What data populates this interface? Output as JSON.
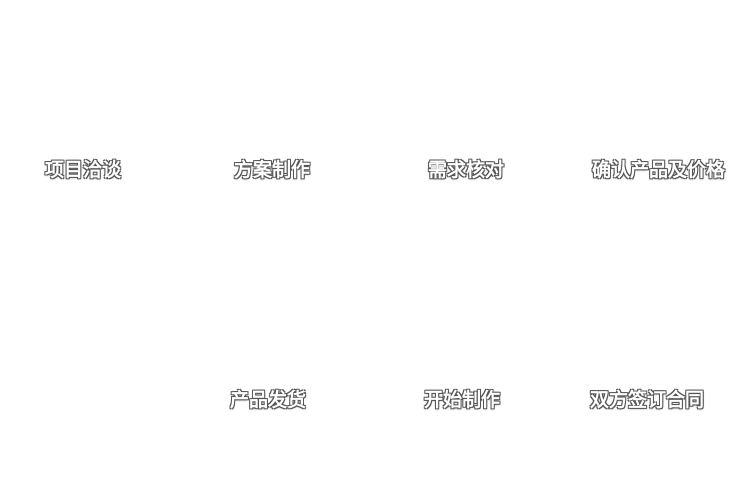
{
  "diagram": {
    "title": "",
    "type": "process-flow",
    "steps": [
      {
        "label": "项目洽谈"
      },
      {
        "label": "方案制作"
      },
      {
        "label": "需求核对"
      },
      {
        "label": "确认产品及价格"
      },
      {
        "label": "双方签订合同"
      },
      {
        "label": "开始制作"
      },
      {
        "label": "产品发货"
      }
    ]
  },
  "colors": {
    "background": "#ffffff",
    "label_fill": "#ffffff",
    "label_outline": "#555555"
  }
}
